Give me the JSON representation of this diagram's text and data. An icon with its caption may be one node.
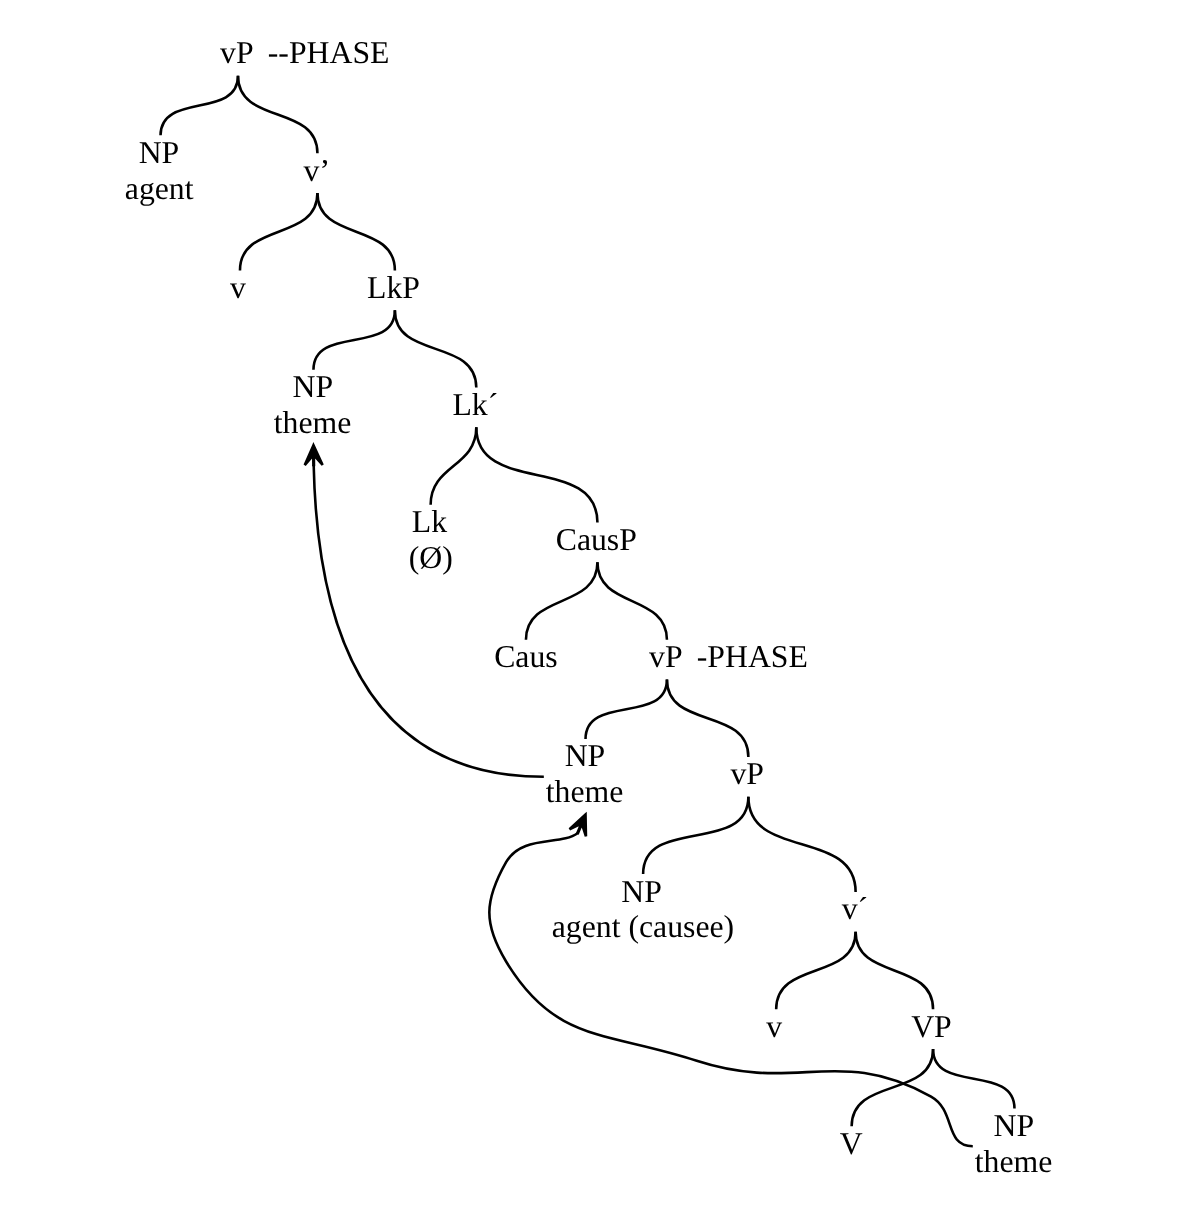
{
  "diagram": {
    "nodes": [
      {
        "text": [
          "vP"
        ],
        "beside": [
          "--PHASE"
        ]
      },
      {
        "text": [
          "NP",
          "agent"
        ]
      },
      {
        "text": [
          "v’"
        ]
      },
      {
        "text": [
          "v"
        ]
      },
      {
        "text": [
          "LkP"
        ]
      },
      {
        "text": [
          "NP",
          "theme"
        ]
      },
      {
        "text": [
          "Lk´"
        ]
      },
      {
        "text": [
          "Lk",
          "(Ø)"
        ]
      },
      {
        "text": [
          "CausP"
        ]
      },
      {
        "text": [
          "Caus"
        ]
      },
      {
        "text": [
          "vP"
        ],
        "beside": [
          "-PHASE"
        ]
      },
      {
        "text": [
          "NP",
          "theme"
        ]
      },
      {
        "text": [
          "vP"
        ]
      },
      {
        "text": [
          "NP",
          "agent (causee)"
        ]
      },
      {
        "text": [
          "v´"
        ]
      },
      {
        "text": [
          "v"
        ]
      },
      {
        "text": [
          "VP"
        ]
      },
      {
        "text": [
          "V"
        ]
      },
      {
        "text": [
          "NP",
          "theme"
        ]
      }
    ],
    "edges": [
      {
        "from": 0,
        "to": 1,
        "arrow": "none"
      },
      {
        "from": 0,
        "to": 2,
        "arrow": "none"
      },
      {
        "from": 2,
        "to": 3,
        "arrow": "none"
      },
      {
        "from": 2,
        "to": 4,
        "arrow": "none"
      },
      {
        "from": 4,
        "to": 5,
        "arrow": "none"
      },
      {
        "from": 4,
        "to": 6,
        "arrow": "none"
      },
      {
        "from": 6,
        "to": 7,
        "arrow": "none"
      },
      {
        "from": 6,
        "to": 8,
        "arrow": "none"
      },
      {
        "from": 8,
        "to": 9,
        "arrow": "none"
      },
      {
        "from": 8,
        "to": 10,
        "arrow": "none"
      },
      {
        "from": 10,
        "to": 11,
        "arrow": "none"
      },
      {
        "from": 10,
        "to": 12,
        "arrow": "none"
      },
      {
        "from": 12,
        "to": 13,
        "arrow": "none"
      },
      {
        "from": 12,
        "to": 14,
        "arrow": "none"
      },
      {
        "from": 14,
        "to": 15,
        "arrow": "none"
      },
      {
        "from": 14,
        "to": 16,
        "arrow": "none"
      },
      {
        "from": 16,
        "to": 17,
        "arrow": "none"
      },
      {
        "from": 16,
        "to": 18,
        "arrow": "none"
      },
      {
        "from": 18,
        "to": 11,
        "arrow": "to"
      },
      {
        "from": 11,
        "to": 5,
        "arrow": "to"
      }
    ]
  }
}
